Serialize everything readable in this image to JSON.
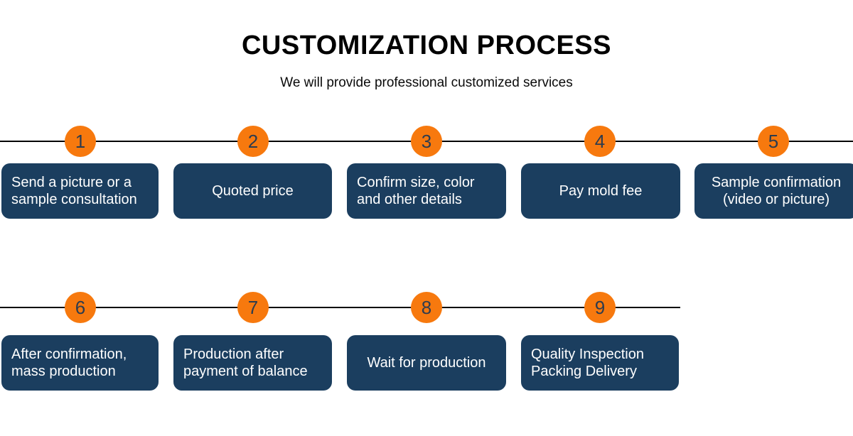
{
  "header": {
    "title": "CUSTOMIZATION PROCESS",
    "subtitle": "We will provide professional customized services"
  },
  "colors": {
    "circle_orange": "#f7790e",
    "box_navy": "#1b3e5f",
    "number_dark": "#2e3c4e",
    "line_black": "#000000",
    "box_text": "#ffffff"
  },
  "steps": [
    {
      "number": "1",
      "label": "Send a picture or a\nsample consultation",
      "align": "left"
    },
    {
      "number": "2",
      "label": "Quoted price",
      "align": "center"
    },
    {
      "number": "3",
      "label": "Confirm size, color\nand other details",
      "align": "left"
    },
    {
      "number": "4",
      "label": "Pay mold fee",
      "align": "center"
    },
    {
      "number": "5",
      "label": "Sample confirmation\n(video or picture)",
      "align": "center"
    },
    {
      "number": "6",
      "label": "After confirmation,\nmass production",
      "align": "left"
    },
    {
      "number": "7",
      "label": "Production after\npayment of balance",
      "align": "left"
    },
    {
      "number": "8",
      "label": "Wait for production",
      "align": "center"
    },
    {
      "number": "9",
      "label": "Quality Inspection\nPacking Delivery",
      "align": "left"
    }
  ]
}
